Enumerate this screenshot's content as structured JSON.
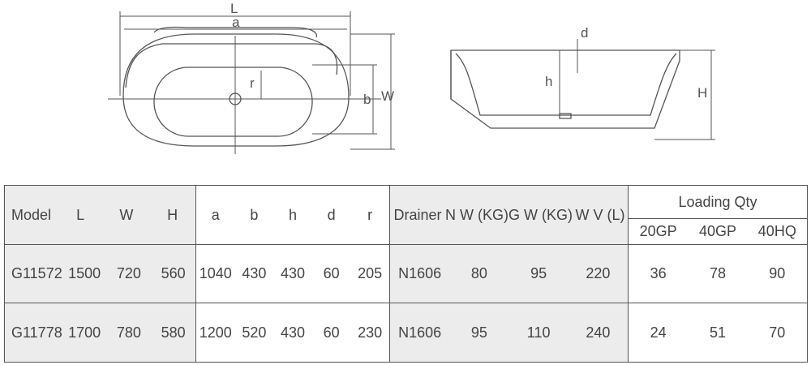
{
  "drawing": {
    "top_view_labels": {
      "L": "L",
      "a": "a",
      "r": "r",
      "b": "b",
      "W": "W"
    },
    "side_view_labels": {
      "d": "d",
      "h": "h",
      "H": "H"
    }
  },
  "table": {
    "headers": {
      "model": "Model",
      "L": "L",
      "W": "W",
      "H": "H",
      "a": "a",
      "b": "b",
      "h": "h",
      "d": "d",
      "r": "r",
      "drainer": "Drainer",
      "nw": "N W\n(KG)",
      "gw": "G W\n(KG)",
      "wv": "W V\n(L)",
      "loading": "Loading Qty",
      "gp20": "20GP",
      "gp40": "40GP",
      "hq40": "40HQ"
    },
    "rows": [
      {
        "model": "G11572",
        "L": "1500",
        "W": "720",
        "H": "560",
        "a": "1040",
        "b": "430",
        "h": "430",
        "d": "60",
        "r": "205",
        "drainer": "N1606",
        "nw": "80",
        "gw": "95",
        "wv": "220",
        "gp20": "36",
        "gp40": "78",
        "hq40": "90"
      },
      {
        "model": "G11778",
        "L": "1700",
        "W": "780",
        "H": "580",
        "a": "1200",
        "b": "520",
        "h": "430",
        "d": "60",
        "r": "230",
        "drainer": "N1606",
        "nw": "95",
        "gw": "110",
        "wv": "240",
        "gp20": "24",
        "gp40": "51",
        "hq40": "70"
      }
    ]
  }
}
